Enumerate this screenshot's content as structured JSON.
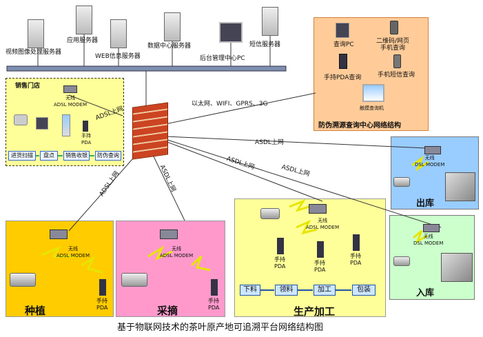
{
  "servers": [
    {
      "label": "视频图像处理服务器"
    },
    {
      "label": "应用服务器"
    },
    {
      "label": "WEB信息服务器"
    },
    {
      "label": "数据中心服务器"
    },
    {
      "label": "后台管理中心PC"
    },
    {
      "label": "短信服务器"
    }
  ],
  "query_center": {
    "title": "防伪溯源查询中心网络结构",
    "items": [
      "查询PC",
      "二维码/网页\n手机查询",
      "手持PDA查询",
      "手机短信查询",
      "触摸查询机"
    ]
  },
  "network_label": "以太网、WIFI、GPRS、3G",
  "link_labels": {
    "asdl_store": "ADSL上网",
    "asdl_out": "ASDL上网",
    "asdl_in": "ASDL上网",
    "asdl_prod": "ASDL上网",
    "asdl_plant": "ADSL上网",
    "asdl_pick": "ASDL上网"
  },
  "store": {
    "title": "销售门店",
    "modem": "无线\nADSL MODEM",
    "pda": "手持\nPDA",
    "flow": [
      "进货扫描",
      "盘点",
      "销售收银",
      "防伪查询"
    ]
  },
  "zones": {
    "planting": {
      "title": "种植",
      "modem": "无线\nADSL MODEM",
      "pda": "手持\nPDA"
    },
    "picking": {
      "title": "采摘",
      "modem": "无线\nADSL MODEM",
      "pda": "手持\nPDA"
    },
    "production": {
      "title": "生产加工",
      "modem": "无线\nADSL MODEM",
      "pda": [
        "手持\nPDA",
        "手持\nPDA",
        "手持\nPDA"
      ],
      "flow": [
        "下料",
        "领料",
        "加工",
        "包装"
      ]
    },
    "outbound": {
      "title": "出库",
      "modem": "无线\nDSL MODEM"
    },
    "inbound": {
      "title": "入库",
      "modem": "无线\nDSL MODEM"
    }
  },
  "caption": "基于物联网技术的茶叶原产地可追溯平台网络结构图"
}
